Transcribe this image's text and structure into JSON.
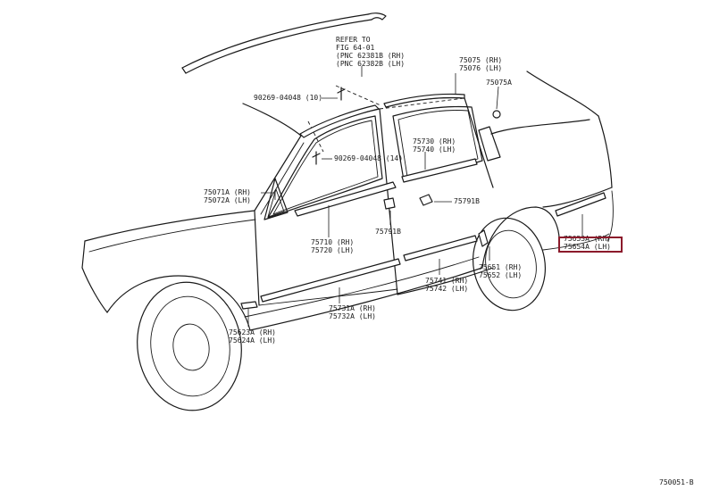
{
  "colors": {
    "line": "#1a1a1a",
    "highlight": "#8b1a2b",
    "background": "#ffffff"
  },
  "labels": {
    "refer": "REFER TO",
    "fig": "FIG 64-01",
    "pnc1": "(PNC 62381B (RH)",
    "pnc2": "(PNC 62382B (LH)",
    "p75075": "75075 (RH)",
    "p75076": "75076 (LH)",
    "p75075a": "75075A",
    "clip10": "90269-04048 (10)",
    "clip14": "90269-04048 (14)",
    "p75730": "75730 (RH)",
    "p75740": "75740 (LH)",
    "p75791b1": "75791B",
    "p75071a": "75071A (RH)",
    "p75072a": "75072A (LH)",
    "p75791b2": "75791B",
    "p75710": "75710 (RH)",
    "p75720": "75720 (LH)",
    "p75653a": "75653A (RH)",
    "p75654a": "75654A (LH)",
    "p75651": "75651 (RH)",
    "p75652": "75652 (LH)",
    "p75741": "75741 (RH)",
    "p75742": "75742 (LH)",
    "p75731a": "75731A (RH)",
    "p75732a": "75732A (LH)",
    "p75623a": "75623A (RH)",
    "p75624a": "75624A (LH)",
    "figure_id": "750051-B"
  }
}
